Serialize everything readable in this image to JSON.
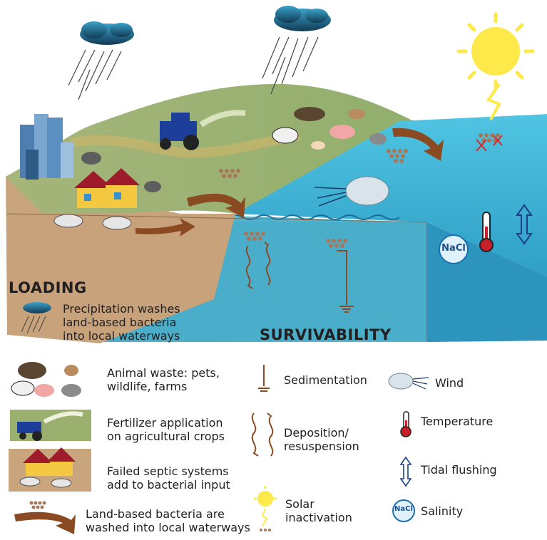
{
  "headings": {
    "loading": "LOADING",
    "survivability": "SURVIVABILITY"
  },
  "salinity_badge": "NaCl",
  "legend": {
    "precipitation": "Precipitation washes\nland-based bacteria\ninto local waterways",
    "animal_waste": "Animal waste: pets,\nwildlife, farms",
    "fertilizer": "Fertilizer application\non agricultural crops",
    "septic": "Failed septic systems\nadd to bacterial input",
    "land_bacteria": "Land-based bacteria are\nwashed into local waterways",
    "sedimentation": "Sedimentation",
    "deposition": "Deposition/\nresuspension",
    "solar": "Solar\ninactivation",
    "wind": "Wind",
    "temperature": "Temperature",
    "tidal": "Tidal flushing",
    "salinity": "Salinity"
  },
  "colors": {
    "water": "#3fb5d6",
    "land_top": "#9bb06e",
    "soil": "#c8a27a",
    "arrow_brown": "#8a4a22",
    "cloud": "#2a6f95",
    "sun": "#fde94a"
  }
}
